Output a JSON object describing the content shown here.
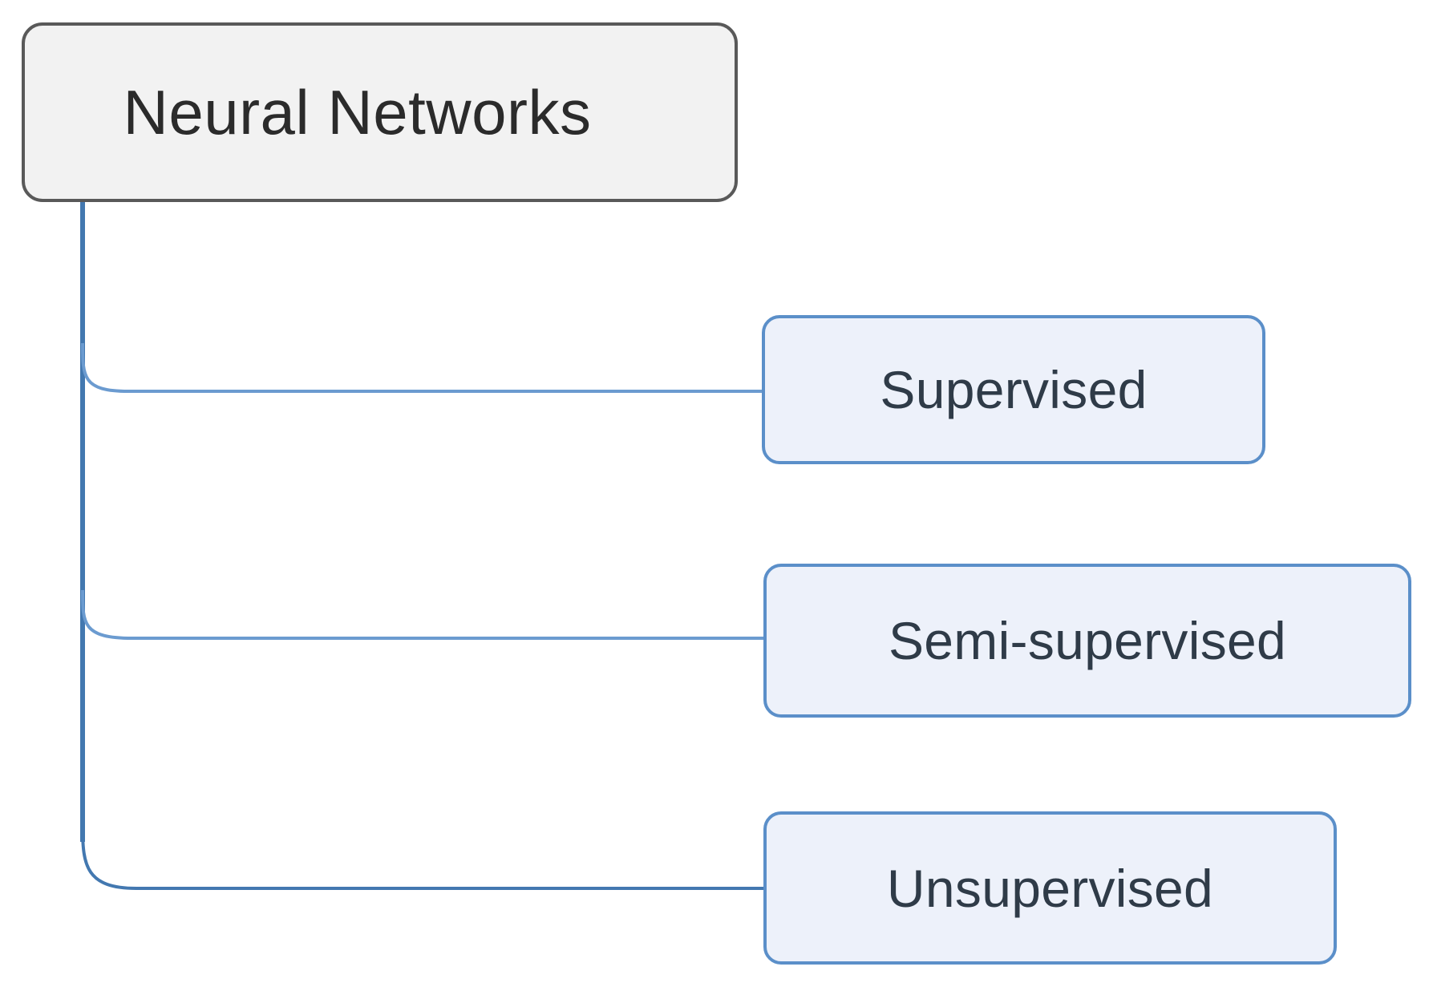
{
  "diagram": {
    "type": "tree-diagram",
    "orientation": "left-root-right-children",
    "background_color": "#ffffff",
    "root": {
      "id": "root",
      "label": "Neural Networks",
      "fill_color": "#f2f2f2",
      "border_color": "#595959",
      "text_color": "#2b2b2b"
    },
    "children": [
      {
        "id": "supervised",
        "label": "Supervised",
        "fill_color": "#edf1fa",
        "border_color": "#5b8fc9",
        "text_color": "#2f3b48"
      },
      {
        "id": "semi-supervised",
        "label": "Semi-supervised",
        "fill_color": "#edf1fa",
        "border_color": "#5b8fc9",
        "text_color": "#2f3b48"
      },
      {
        "id": "unsupervised",
        "label": "Unsupervised",
        "fill_color": "#edf1fa",
        "border_color": "#5b8fc9",
        "text_color": "#2f3b48"
      }
    ],
    "connectors": {
      "trunk_color": "#4378b0",
      "branch_color": "#6b9bd0",
      "style": "elbow-rounded"
    }
  }
}
